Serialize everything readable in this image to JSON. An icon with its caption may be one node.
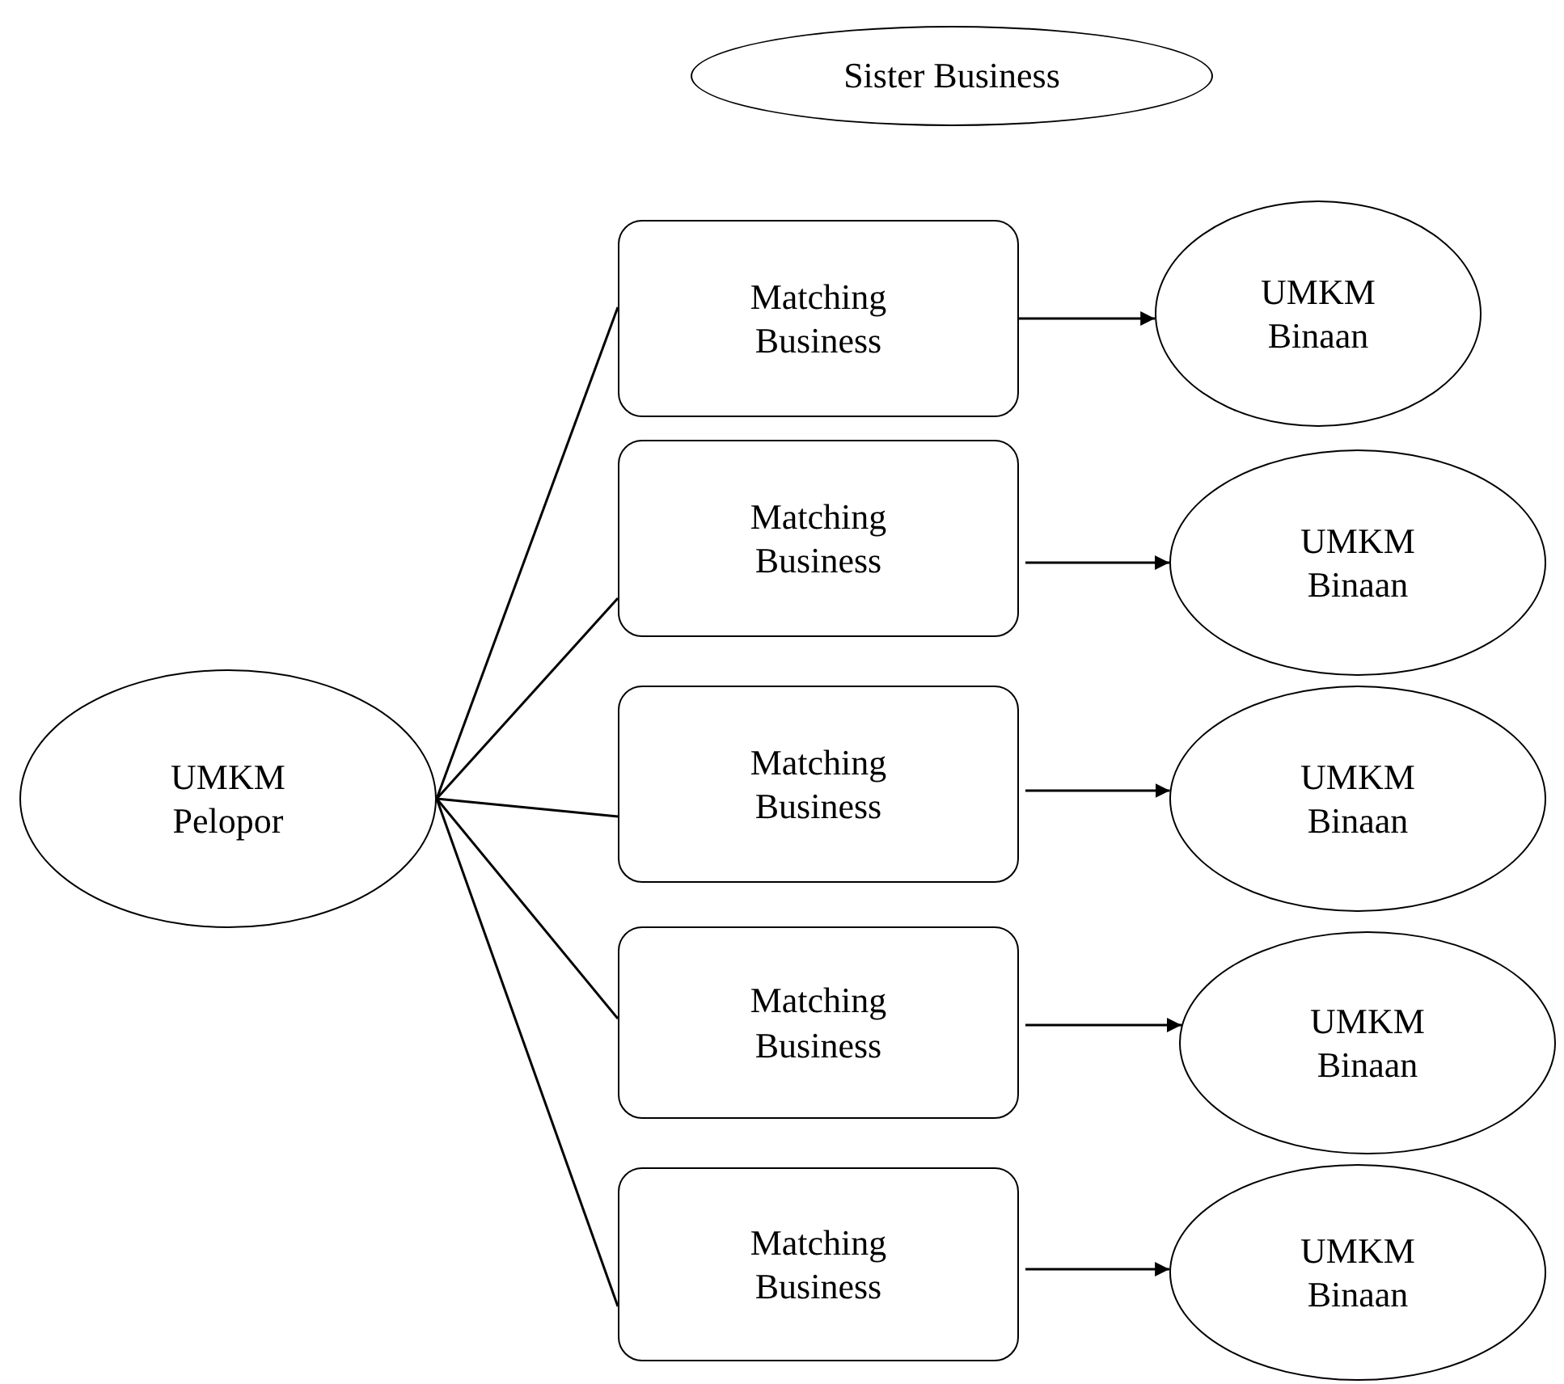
{
  "diagram": {
    "nodes": [
      {
        "text": [
          "Sister Business"
        ]
      },
      {
        "text": [
          "UMKM Pelopor"
        ]
      },
      {
        "text": [
          "Matching Business"
        ]
      },
      {
        "text": [
          "Matching Business"
        ]
      },
      {
        "text": [
          "Matching Business"
        ]
      },
      {
        "text": [
          "Matching Business"
        ]
      },
      {
        "text": [
          "Matching Business"
        ]
      },
      {
        "text": [
          "UMKM Binaan"
        ]
      },
      {
        "text": [
          "UMKM Binaan"
        ]
      },
      {
        "text": [
          "UMKM Binaan"
        ]
      },
      {
        "text": [
          "UMKM Binaan"
        ]
      },
      {
        "text": [
          "UMKM Binaan"
        ]
      }
    ],
    "edges": [
      {
        "from": 1,
        "to": 2,
        "arrow": "none"
      },
      {
        "from": 1,
        "to": 3,
        "arrow": "none"
      },
      {
        "from": 1,
        "to": 4,
        "arrow": "none"
      },
      {
        "from": 1,
        "to": 5,
        "arrow": "none"
      },
      {
        "from": 1,
        "to": 6,
        "arrow": "none"
      },
      {
        "from": 2,
        "to": 7,
        "arrow": "to"
      },
      {
        "from": 3,
        "to": 8,
        "arrow": "to"
      },
      {
        "from": 4,
        "to": 9,
        "arrow": "to"
      },
      {
        "from": 5,
        "to": 10,
        "arrow": "to"
      },
      {
        "from": 6,
        "to": 11,
        "arrow": "to"
      }
    ]
  }
}
